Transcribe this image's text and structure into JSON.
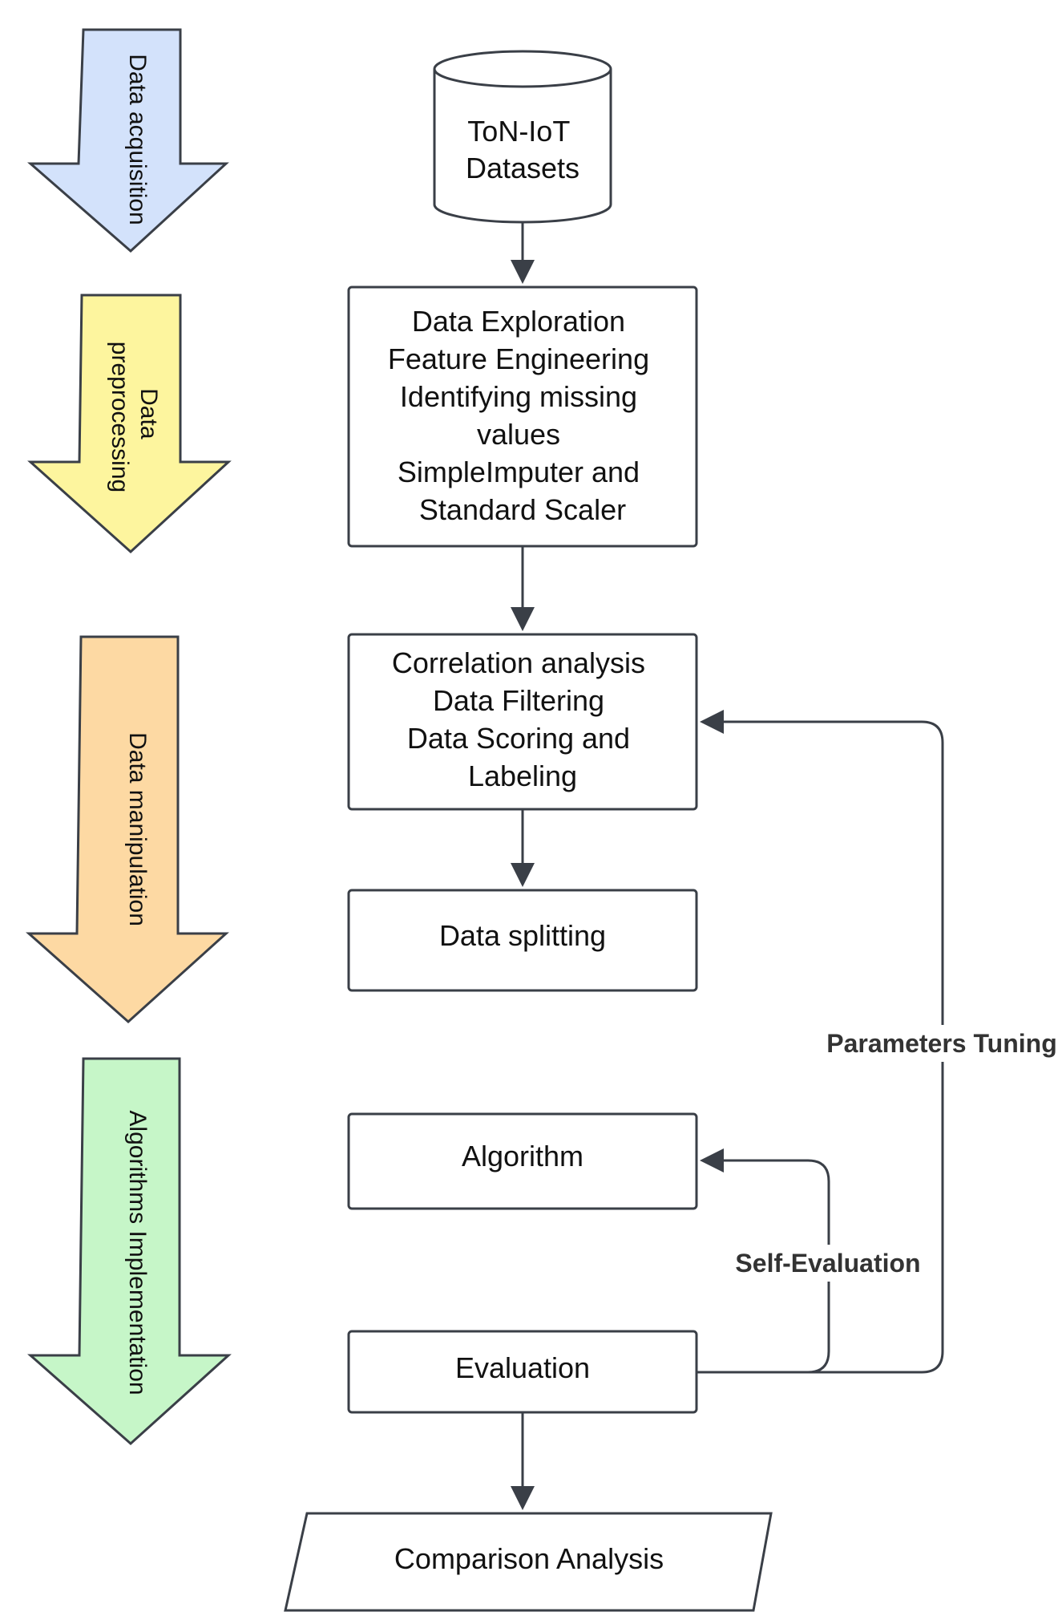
{
  "stages": [
    {
      "id": "acquisition",
      "lines": [
        "Data acquisition"
      ],
      "color": "#d3e2fb"
    },
    {
      "id": "preprocessing",
      "lines": [
        "Data",
        "preprocessing"
      ],
      "color": "#fdf59e"
    },
    {
      "id": "manipulation",
      "lines": [
        "Data manipulation"
      ],
      "color": "#fdd9a3"
    },
    {
      "id": "algorithms",
      "lines": [
        "Algorithms Implementation"
      ],
      "color": "#c6f6c8"
    }
  ],
  "nodes": {
    "datasets": {
      "lines": [
        "ToN-IoT",
        "Datasets"
      ]
    },
    "preprocess": {
      "lines": [
        "Data Exploration",
        "Feature Engineering",
        "Identifying missing",
        "values",
        "SimpleImputer and",
        "Standard Scaler"
      ]
    },
    "correlation": {
      "lines": [
        "Correlation analysis",
        "Data Filtering",
        "Data Scoring and",
        "Labeling"
      ]
    },
    "splitting": {
      "lines": [
        "Data splitting"
      ]
    },
    "algorithm": {
      "lines": [
        "Algorithm"
      ]
    },
    "evaluation": {
      "lines": [
        "Evaluation"
      ]
    },
    "comparison": {
      "lines": [
        "Comparison Analysis"
      ]
    }
  },
  "edge_labels": {
    "parameters_tuning": "Parameters Tuning",
    "self_evaluation": "Self-Evaluation"
  }
}
